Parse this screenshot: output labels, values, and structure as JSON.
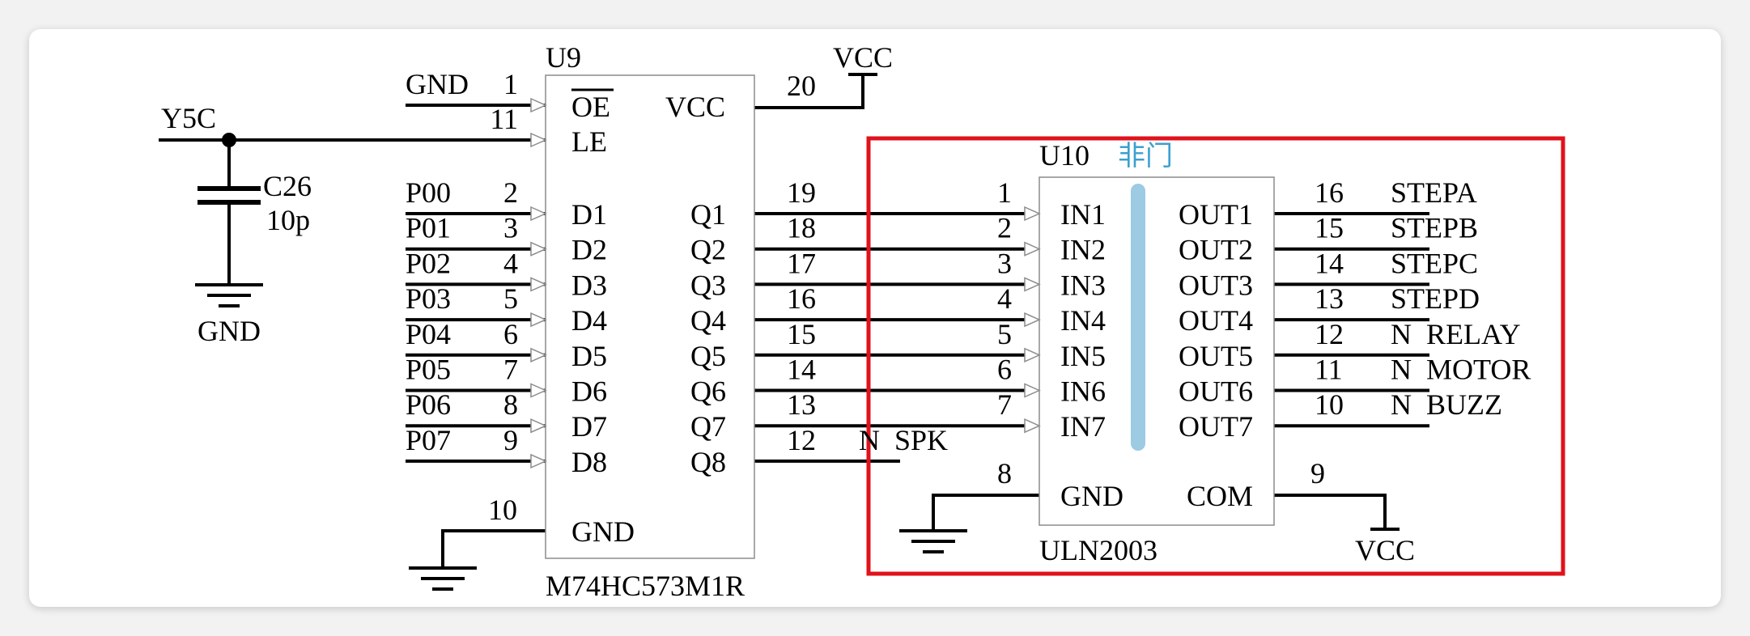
{
  "colors": {
    "wire": "#000000",
    "chip_border": "#8c8c8c",
    "highlight_box": "#e0121b",
    "annotation": "#3aa0d0",
    "bar": "#9ccbe3"
  },
  "u9": {
    "ref": "U9",
    "part": "M74HC573M1R",
    "pins": {
      "oe": "OE",
      "le": "LE",
      "vcc": "VCC",
      "gnd": "GND",
      "d": [
        "D1",
        "D2",
        "D3",
        "D4",
        "D5",
        "D6",
        "D7",
        "D8"
      ],
      "q": [
        "Q1",
        "Q2",
        "Q3",
        "Q4",
        "Q5",
        "Q6",
        "Q7",
        "Q8"
      ]
    },
    "pin_numbers": {
      "oe": "1",
      "le": "11",
      "vcc": "20",
      "gnd": "10",
      "d": [
        "2",
        "3",
        "4",
        "5",
        "6",
        "7",
        "8",
        "9"
      ],
      "q": [
        "19",
        "18",
        "17",
        "16",
        "15",
        "14",
        "13",
        "12"
      ]
    },
    "inputs": [
      "P00",
      "P01",
      "P02",
      "P03",
      "P04",
      "P05",
      "P06",
      "P07"
    ],
    "oe_net": "GND",
    "gnd_label": "GND",
    "q8_net": "N_SPK",
    "vcc_label": "VCC"
  },
  "cap": {
    "net": "Y5C",
    "ref": "C26",
    "value": "10p",
    "gnd_label": "GND"
  },
  "u10": {
    "ref": "U10",
    "annotation": "非门",
    "part": "ULN2003",
    "in": [
      "IN1",
      "IN2",
      "IN3",
      "IN4",
      "IN5",
      "IN6",
      "IN7"
    ],
    "out": [
      "OUT1",
      "OUT2",
      "OUT3",
      "OUT4",
      "OUT5",
      "OUT6",
      "OUT7"
    ],
    "in_pins": [
      "1",
      "2",
      "3",
      "4",
      "5",
      "6",
      "7"
    ],
    "out_pins": [
      "16",
      "15",
      "14",
      "13",
      "12",
      "11",
      "10"
    ],
    "out_nets": [
      "STEPA",
      "STEPB",
      "STEPC",
      "STEPD",
      "N_RELAY",
      "N_MOTOR",
      "N_BUZZ"
    ],
    "gnd": "GND",
    "gnd_pin": "8",
    "com": "COM",
    "com_pin": "9",
    "vcc_label": "VCC"
  }
}
